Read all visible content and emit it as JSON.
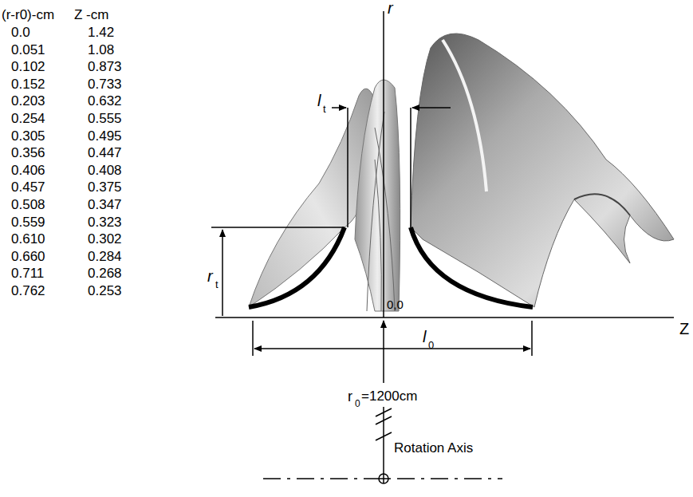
{
  "diagram": {
    "labels": [
      "(r-r0)-cm",
      "Z -cm",
      "0.0",
      "1.42",
      "0.051",
      "1.08",
      "0.102",
      "0.873",
      "0.152",
      "0.733",
      "0.203",
      "0.632",
      "0.254",
      "0.555",
      "0.305",
      "0.495",
      "0.356",
      "0.447",
      "0.406",
      "0.408",
      "0.457",
      "0.375",
      "0.508",
      "0.347",
      "0.559",
      "0.323",
      "0.610",
      "0.302",
      "0.660",
      "0.284",
      "0.711",
      "0.268",
      "0.762",
      "0.253",
      "r",
      "l",
      "t",
      "r",
      "t",
      "0,0",
      "Z",
      "l",
      "0",
      "r",
      "0",
      "=1200cm",
      "Rotation Axis"
    ]
  }
}
